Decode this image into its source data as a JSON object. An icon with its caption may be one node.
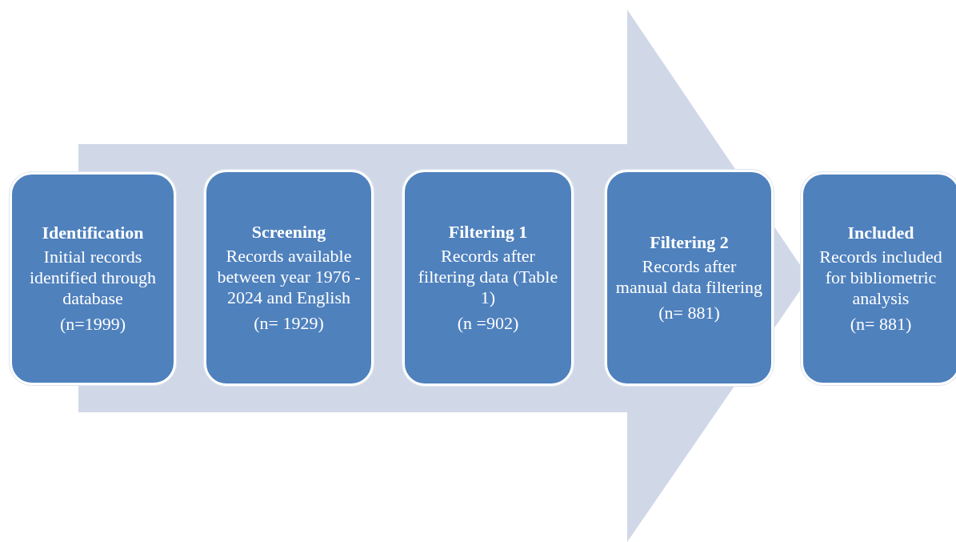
{
  "diagram": {
    "nodes": [
      {
        "text": [
          "Identification",
          "Initial records identified through database",
          "(n=1999)"
        ]
      },
      {
        "text": [
          "Screening",
          "Records available between year 1976 - 2024 and English",
          "(n= 1929)"
        ]
      },
      {
        "text": [
          "Filtering  1",
          "Records after filtering data (Table 1)",
          "(n =902)"
        ]
      },
      {
        "text": [
          "Filtering  2",
          "Records after manual data filtering",
          "(n= 881)"
        ]
      },
      {
        "text": [
          "Included",
          "Records included for bibliometric analysis",
          "(n= 881)"
        ]
      }
    ],
    "edges": [
      {
        "from": 0,
        "to": 4,
        "arrow": "to"
      }
    ]
  }
}
